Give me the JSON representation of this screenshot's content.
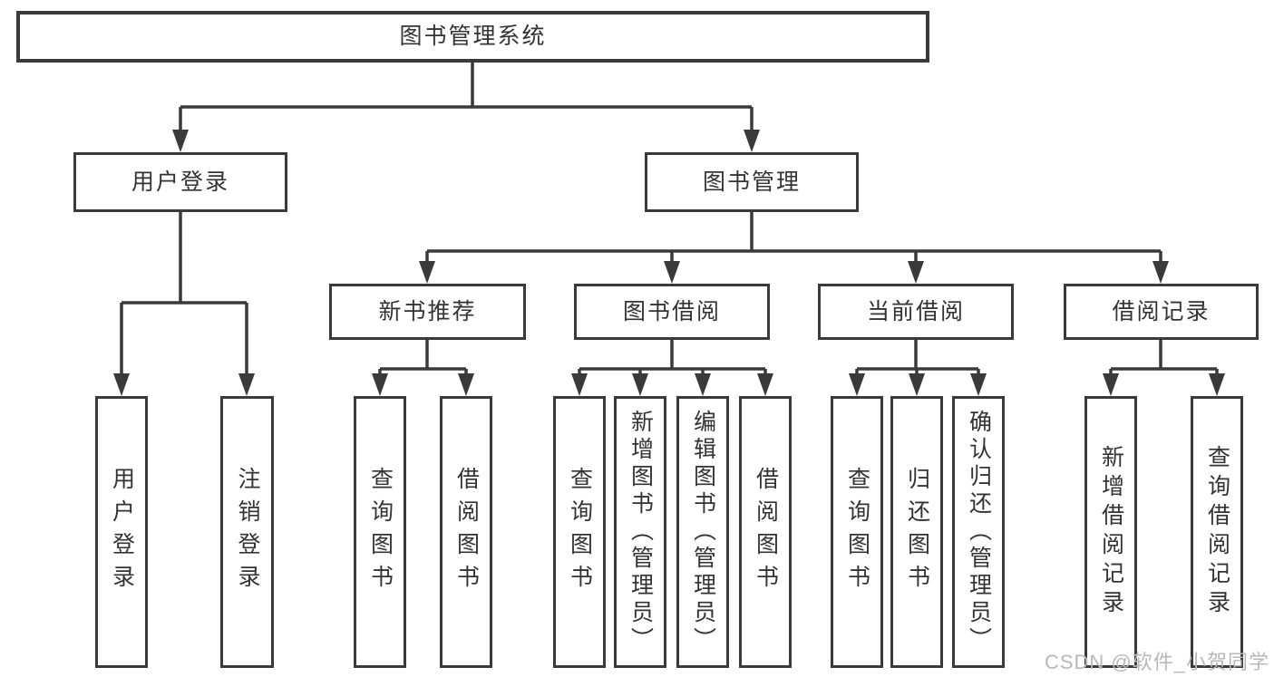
{
  "diagram": {
    "root": "图书管理系统",
    "branches": {
      "user_login": "用户登录",
      "book_mgmt": "图书管理"
    },
    "modules": {
      "new_books": "新书推荐",
      "book_borrow": "图书借阅",
      "current_borrow": "当前借阅",
      "borrow_records": "借阅记录"
    },
    "leaves": {
      "user_login": [
        "用户登录",
        "注销登录"
      ],
      "new_books": [
        "查询图书",
        "借阅图书"
      ],
      "book_borrow": [
        "查询图书",
        "新增图书（管理员）",
        "编辑图书（管理员）",
        "借阅图书"
      ],
      "current_borrow": [
        "查询图书",
        "归还图书",
        "确认归还（管理员）"
      ],
      "borrow_records": [
        "新增借阅记录",
        "查询借阅记录"
      ]
    }
  },
  "watermark": "CSDN @软件_小贺同学",
  "colors": {
    "line": "#3a3a3a",
    "border": "#3a3a3a",
    "text": "#333333",
    "watermark": "#b8b8b8",
    "background": "#ffffff"
  }
}
